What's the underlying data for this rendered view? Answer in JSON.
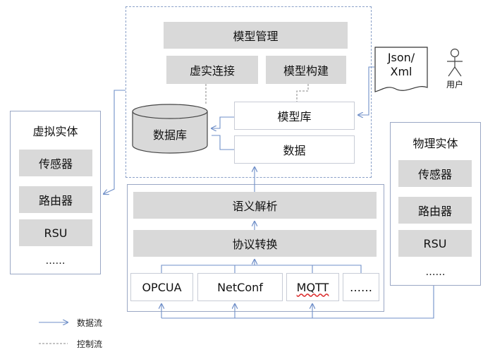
{
  "model_mgmt": {
    "title": "模型管理",
    "virtual_real": "虚实连接",
    "model_build": "模型构建",
    "database": "数据库",
    "model_lib": "模型库",
    "data": "数据"
  },
  "json_xml": [
    "Json/",
    "Xml"
  ],
  "user": "用户",
  "virtual_entity": {
    "title": "虚拟实体",
    "items": [
      "传感器",
      "路由器",
      "RSU",
      "……"
    ]
  },
  "physical_entity": {
    "title": "物理实体",
    "items": [
      "传感器",
      "路由器",
      "RSU",
      "……"
    ]
  },
  "middle": {
    "semantic": "语义解析",
    "protocol": "协议转换",
    "protocols": [
      "OPCUA",
      "NetConf",
      "MQTT",
      "……"
    ]
  },
  "legend": {
    "data_flow": "数据流",
    "control_flow": "控制流"
  },
  "colors": {
    "arrow": "#6f8fc8",
    "box_gray": "#d9d9d9"
  }
}
